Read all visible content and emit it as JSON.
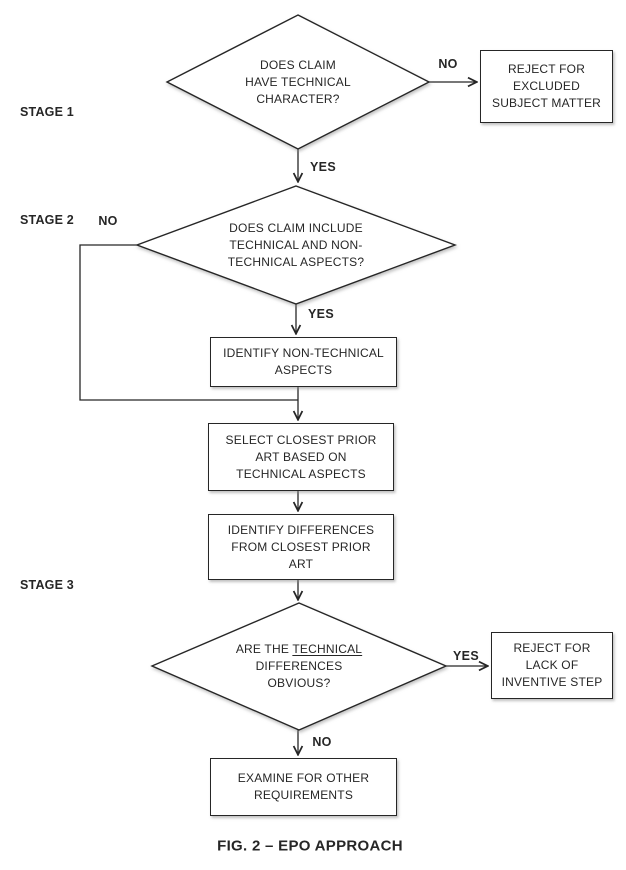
{
  "figure": {
    "caption": "FIG. 2 – EPO APPROACH"
  },
  "stages": {
    "stage1": {
      "label": "STAGE 1"
    },
    "stage2": {
      "label": "STAGE 2"
    },
    "stage3": {
      "label": "STAGE 3"
    }
  },
  "nodes": {
    "stage1_diamond": {
      "lines": [
        "DOES CLAIM",
        "HAVE TECHNICAL",
        "CHARACTER?"
      ]
    },
    "reject_excluded_box": {
      "lines": [
        "REJECT FOR",
        "EXCLUDED",
        "SUBJECT MATTER"
      ]
    },
    "stage2_diamond": {
      "lines": [
        "DOES CLAIM INCLUDE",
        "TECHNICAL AND NON-",
        "TECHNICAL ASPECTS?"
      ]
    },
    "identify_nontechnical_box": {
      "lines": [
        "IDENTIFY NON-TECHNICAL",
        "ASPECTS"
      ]
    },
    "select_prior_art_box": {
      "lines": [
        "SELECT CLOSEST PRIOR",
        "ART BASED ON",
        "TECHNICAL ASPECTS"
      ]
    },
    "identify_differences_box": {
      "lines": [
        "IDENTIFY DIFFERENCES",
        "FROM CLOSEST PRIOR",
        "ART"
      ]
    },
    "stage3_diamond": {
      "line1_prefix": "ARE THE",
      "line1_underlined": "TECHNICAL",
      "lines": [
        "DIFFERENCES",
        "OBVIOUS?"
      ]
    },
    "reject_inventive_box": {
      "lines": [
        "REJECT FOR",
        "LACK OF",
        "INVENTIVE STEP"
      ]
    },
    "examine_box": {
      "lines": [
        "EXAMINE FOR OTHER",
        "REQUIREMENTS"
      ]
    }
  },
  "edges": {
    "stage1_no": {
      "label": "NO"
    },
    "stage1_yes": {
      "label": "YES"
    },
    "stage2_no": {
      "label": "NO"
    },
    "stage2_yes": {
      "label": "YES"
    },
    "stage3_yes": {
      "label": "YES"
    },
    "stage3_no": {
      "label": "NO"
    }
  },
  "colors": {
    "line": "#262626",
    "text": "#262626",
    "background": "#ffffff"
  }
}
